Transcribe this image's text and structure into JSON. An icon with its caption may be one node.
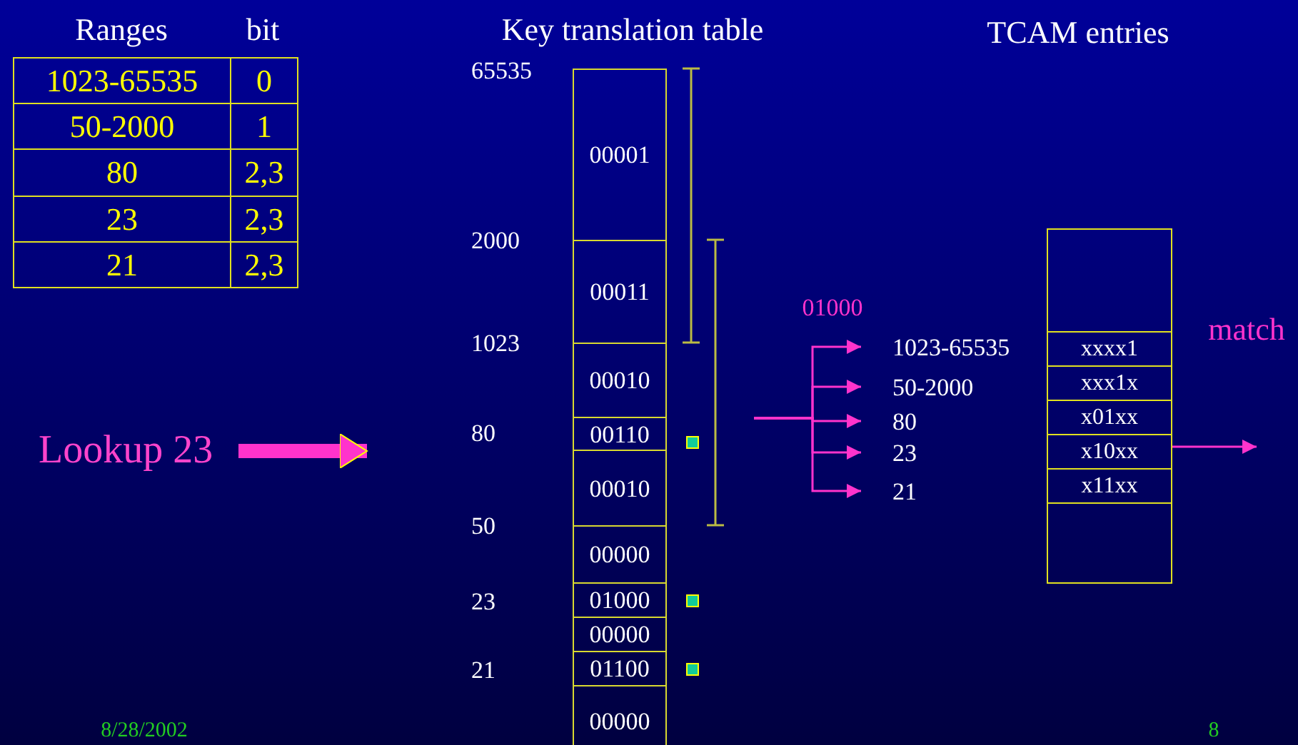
{
  "diagram": {
    "nodes": [
      {
        "text": [
          "Lookup 23"
        ]
      },
      {
        "text": [
          "00001"
        ]
      },
      {
        "text": [
          "00011"
        ]
      },
      {
        "text": [
          "00010"
        ]
      },
      {
        "text": [
          "00110"
        ]
      },
      {
        "text": [
          "00010"
        ]
      },
      {
        "text": [
          "00000"
        ]
      },
      {
        "text": [
          "01000"
        ]
      },
      {
        "text": [
          "00000"
        ]
      },
      {
        "text": [
          "01100"
        ]
      },
      {
        "text": [
          "00000"
        ]
      },
      {
        "text": [
          "1023-65535"
        ]
      },
      {
        "text": [
          "50-2000"
        ]
      },
      {
        "text": [
          "80"
        ]
      },
      {
        "text": [
          "23"
        ]
      },
      {
        "text": [
          "21"
        ]
      },
      {
        "text": [],
        "shape": "box"
      },
      {
        "text": [
          "xxxx1"
        ],
        "in": 16
      },
      {
        "text": [
          "xxx1x"
        ],
        "in": 16
      },
      {
        "text": [
          "x01xx"
        ],
        "in": 16
      },
      {
        "text": [
          "x10xx"
        ],
        "in": 16
      },
      {
        "text": [
          "x11xx"
        ],
        "in": 16
      }
    ],
    "edges": [
      {
        "from": 0,
        "to": null,
        "arrow": "to",
        "style": "thick"
      },
      {
        "from": null,
        "to": 11,
        "arrow": "to"
      },
      {
        "from": null,
        "to": 12,
        "arrow": "to"
      },
      {
        "from": null,
        "to": 13,
        "arrow": "to"
      },
      {
        "from": null,
        "to": 14,
        "arrow": "to"
      },
      {
        "from": null,
        "to": 15,
        "arrow": "to"
      },
      {
        "from": 16,
        "to": null,
        "arrow": "to"
      }
    ],
    "labels": [
      "Ranges",
      "bit",
      "Key translation table",
      "TCAM entries",
      "65535",
      "1023-65535",
      "0",
      "50-2000",
      "1",
      "80",
      "2,3",
      "23",
      "2,3",
      "21",
      "2,3",
      "2000",
      "01000",
      "1023",
      "match",
      "80",
      "50",
      "23",
      "21",
      "8/28/2002",
      "8"
    ]
  }
}
